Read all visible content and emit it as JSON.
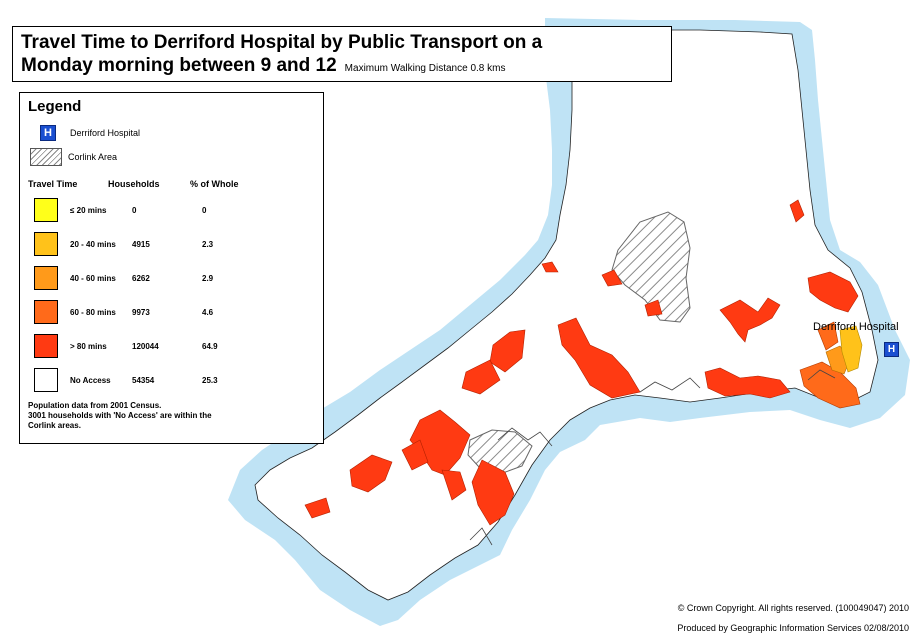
{
  "title": {
    "line1": "Travel Time to Derriford Hospital by Public Transport on a",
    "line2": "Monday morning between 9 and 12",
    "subtitle": "Maximum Walking Distance 0.8 kms"
  },
  "legend": {
    "heading": "Legend",
    "hospital_label": "Derriford Hospital",
    "hospital_icon": "hospital-H-icon",
    "corlink_label": "Corlink Area",
    "columns": {
      "travel_time": "Travel Time",
      "households": "Households",
      "pct": "% of Whole"
    },
    "classes": [
      {
        "label": "≤ 20 mins",
        "households": "0",
        "pct": "0",
        "color": "#ffff1a"
      },
      {
        "label": "20 - 40 mins",
        "households": "4915",
        "pct": "2.3",
        "color": "#ffc21a"
      },
      {
        "label": "40 - 60 mins",
        "households": "6262",
        "pct": "2.9",
        "color": "#ff9a1a"
      },
      {
        "label": "60 - 80 mins",
        "households": "9973",
        "pct": "4.6",
        "color": "#ff6a1a"
      },
      {
        "label": "> 80 mins",
        "households": "120044",
        "pct": "64.9",
        "color": "#ff3a12"
      },
      {
        "label": "No Access",
        "households": "54354",
        "pct": "25.3",
        "color": "#ffffff"
      }
    ],
    "notes": [
      "Population data from 2001 Census.",
      "3001 households with 'No Access' are within the",
      "Corlink areas."
    ]
  },
  "map": {
    "hospital_label": "Derriford Hospital",
    "sea_color": "#bfe3f5",
    "land_color": "#ffffff",
    "corlink_hatch_color": "#8a8a8a"
  },
  "footer": {
    "copyright": "© Crown Copyright. All rights reserved. (100049047) 2010",
    "produced": "Produced by Geographic Information Services 02/08/2010"
  }
}
